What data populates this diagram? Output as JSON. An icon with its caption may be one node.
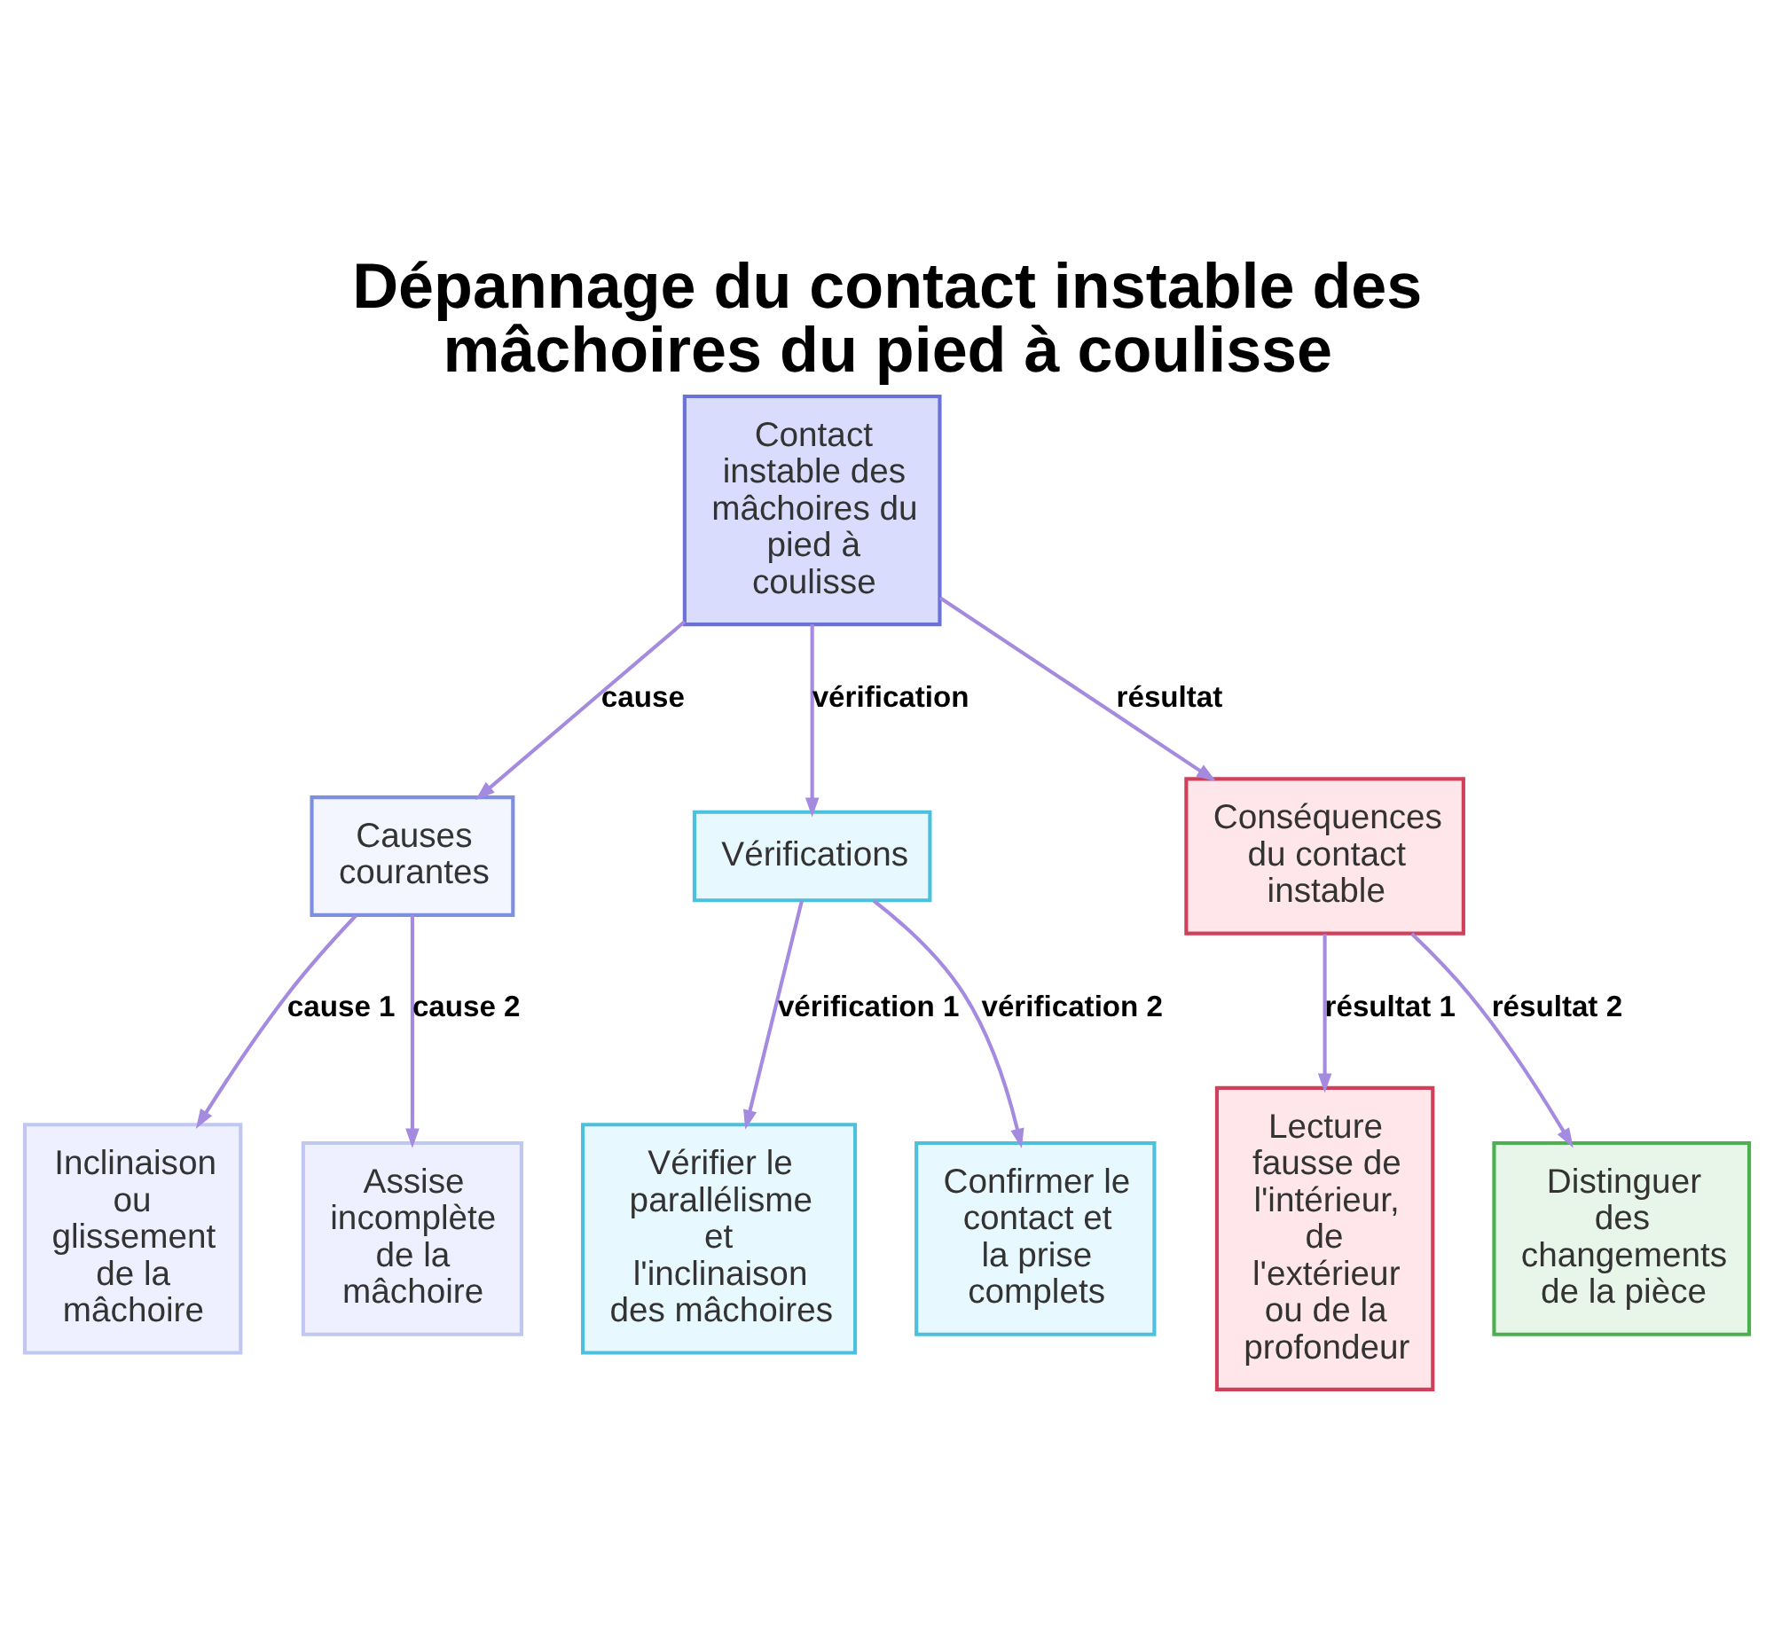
{
  "diagram": {
    "title": "Dépannage du contact instable des mâchoires du pied à coulisse",
    "nodes": [
      {
        "text": [
          "Contact instable des mâchoires du pied à coulisse"
        ]
      },
      {
        "text": [
          "Causes courantes"
        ]
      },
      {
        "text": [
          "Vérifications"
        ]
      },
      {
        "text": [
          "Conséquences du contact instable"
        ]
      },
      {
        "text": [
          "Inclinaison ou glissement de la mâchoire"
        ]
      },
      {
        "text": [
          "Assise incomplète de la mâchoire"
        ]
      },
      {
        "text": [
          "Vérifier le parallélisme et l'inclinaison des mâchoires"
        ]
      },
      {
        "text": [
          "Confirmer le contact et la prise complets"
        ]
      },
      {
        "text": [
          "Lecture fausse de l'intérieur, de l'extérieur ou de la profondeur"
        ]
      },
      {
        "text": [
          "Distinguer des changements de la pièce"
        ]
      }
    ],
    "edges": [
      {
        "from": 0,
        "to": 1,
        "arrow": "to",
        "label": "cause"
      },
      {
        "from": 0,
        "to": 2,
        "arrow": "to",
        "label": "vérification"
      },
      {
        "from": 0,
        "to": 3,
        "arrow": "to",
        "label": "résultat"
      },
      {
        "from": 1,
        "to": 4,
        "arrow": "to",
        "label": "cause 1"
      },
      {
        "from": 1,
        "to": 5,
        "arrow": "to",
        "label": "cause 2"
      },
      {
        "from": 2,
        "to": 6,
        "arrow": "to",
        "label": "vérification 1"
      },
      {
        "from": 2,
        "to": 7,
        "arrow": "to",
        "label": "vérification 2"
      },
      {
        "from": 3,
        "to": 8,
        "arrow": "to",
        "label": "résultat 1"
      },
      {
        "from": 3,
        "to": 9,
        "arrow": "to",
        "label": "résultat 2"
      }
    ]
  }
}
